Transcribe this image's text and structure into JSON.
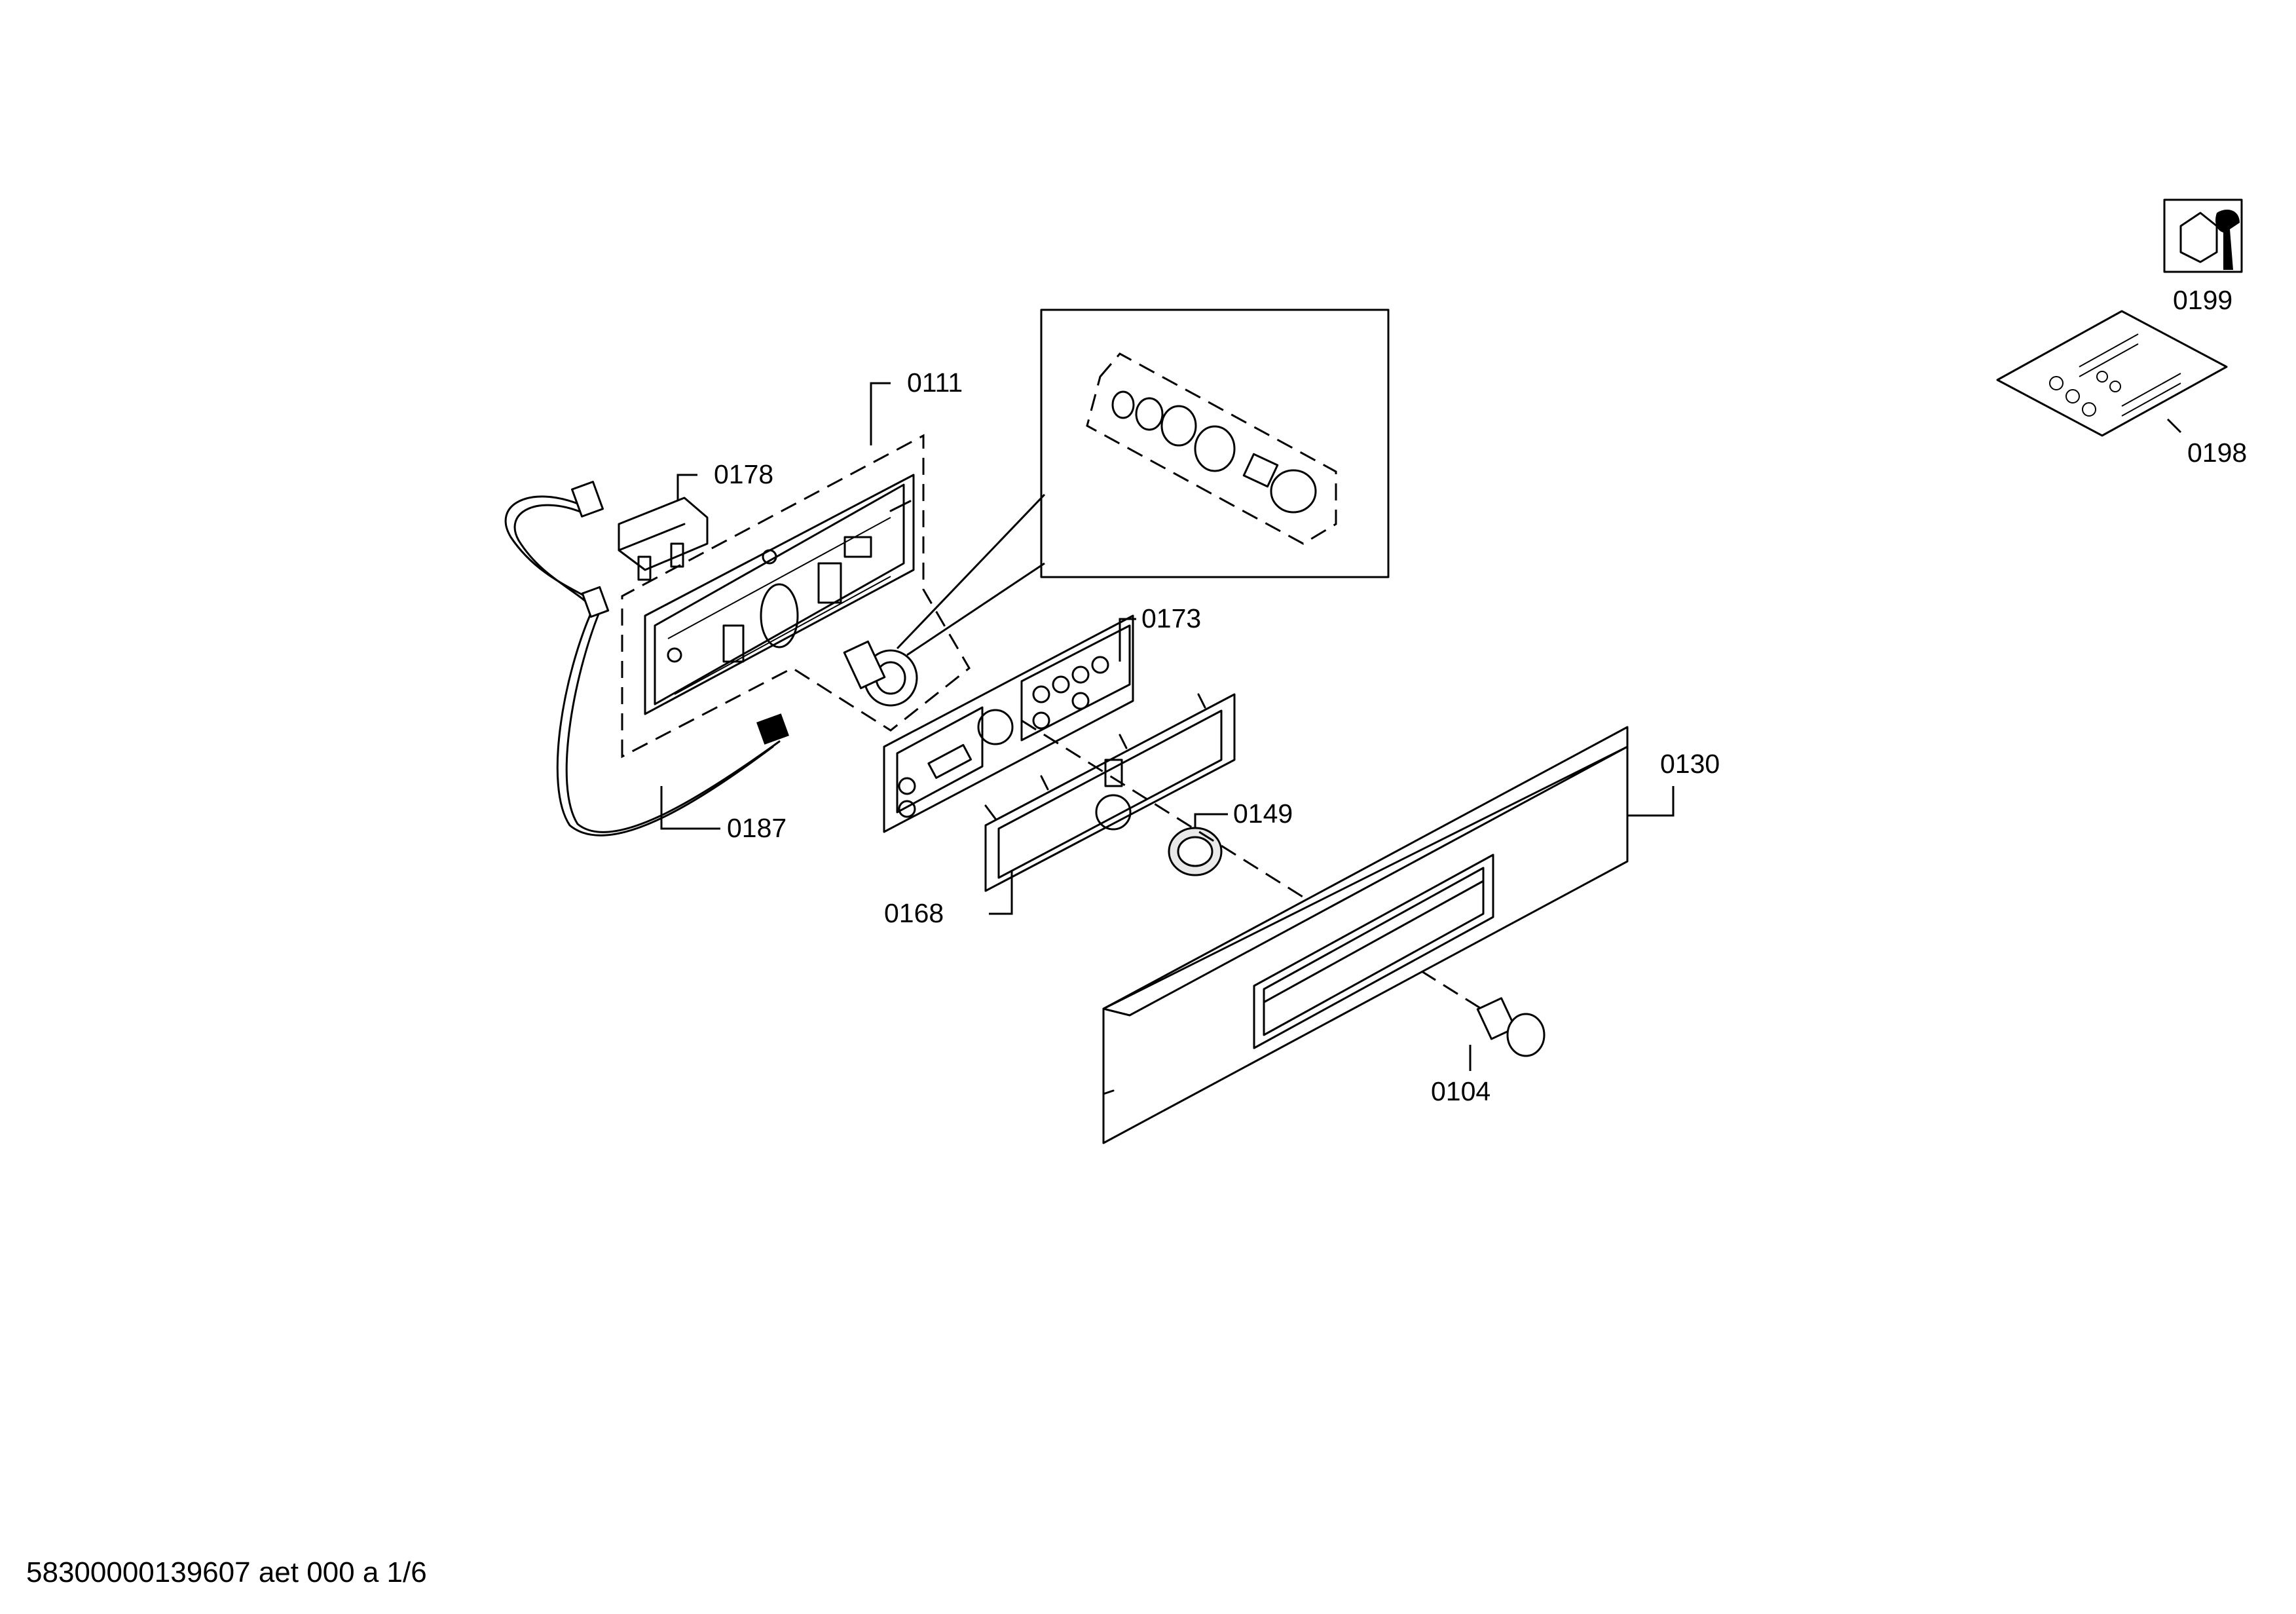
{
  "labels": {
    "p0111": "0111",
    "p0178": "0178",
    "p0187": "0187",
    "p0173": "0173",
    "p0168": "0168",
    "p0149": "0149",
    "p0130": "0130",
    "p0104": "0104",
    "p0199": "0199",
    "p0198": "0198"
  },
  "footer": "58300000139607 aet 000 a 1/6"
}
